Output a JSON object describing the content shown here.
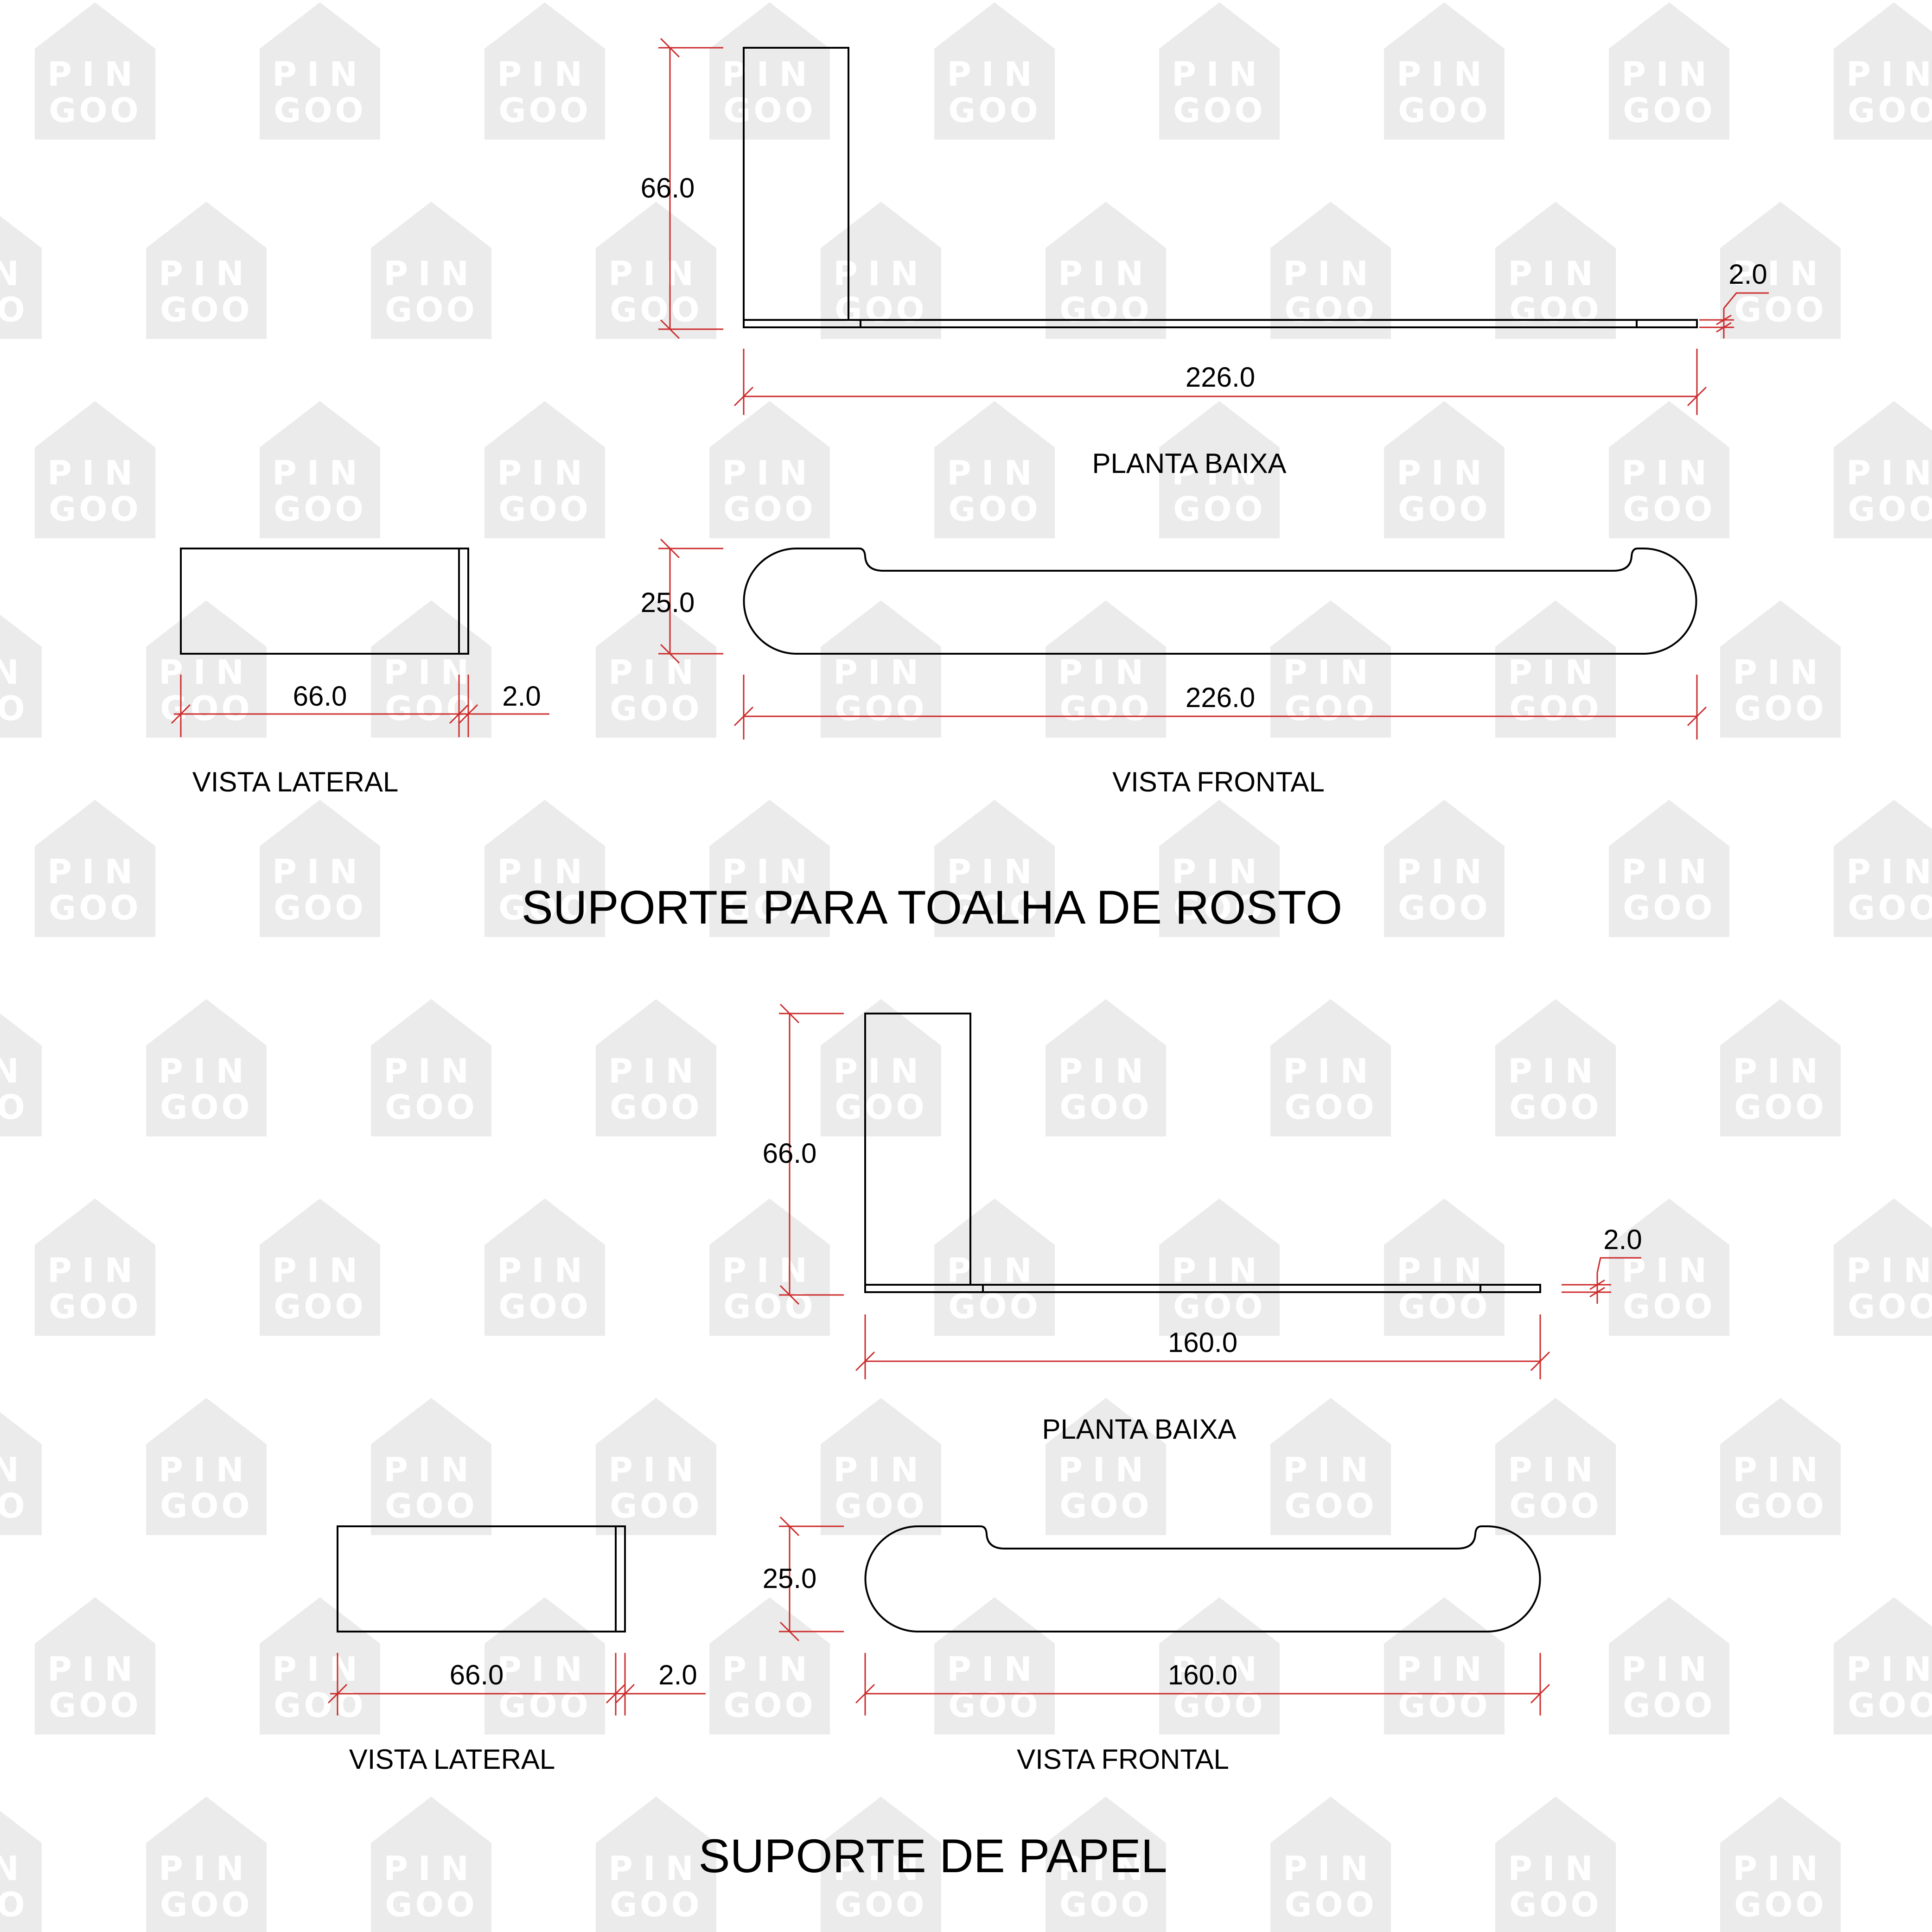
{
  "colors": {
    "background": "#ffffff",
    "outline": "#000000",
    "dimension": "#cc2b2b",
    "watermark_fill": "#ebebeb",
    "watermark_text": "#ffffff"
  },
  "watermark": {
    "line1": "PIN",
    "line2": "GOO"
  },
  "sections": [
    {
      "title": "SUPORTE PARA TOALHA DE ROSTO",
      "plan": {
        "label": "PLANTA BAIXA",
        "height": "66.0",
        "thickness": "2.0",
        "length": "226.0"
      },
      "side": {
        "label": "VISTA LATERAL",
        "depth": "66.0",
        "thickness": "2.0"
      },
      "front": {
        "label": "VISTA FRONTAL",
        "height": "25.0",
        "length": "226.0"
      }
    },
    {
      "title": "SUPORTE DE PAPEL",
      "plan": {
        "label": "PLANTA BAIXA",
        "height": "66.0",
        "thickness": "2.0",
        "length": "160.0"
      },
      "side": {
        "label": "VISTA LATERAL",
        "depth": "66.0",
        "thickness": "2.0"
      },
      "front": {
        "label": "VISTA FRONTAL",
        "height": "25.0",
        "length": "160.0"
      }
    }
  ]
}
